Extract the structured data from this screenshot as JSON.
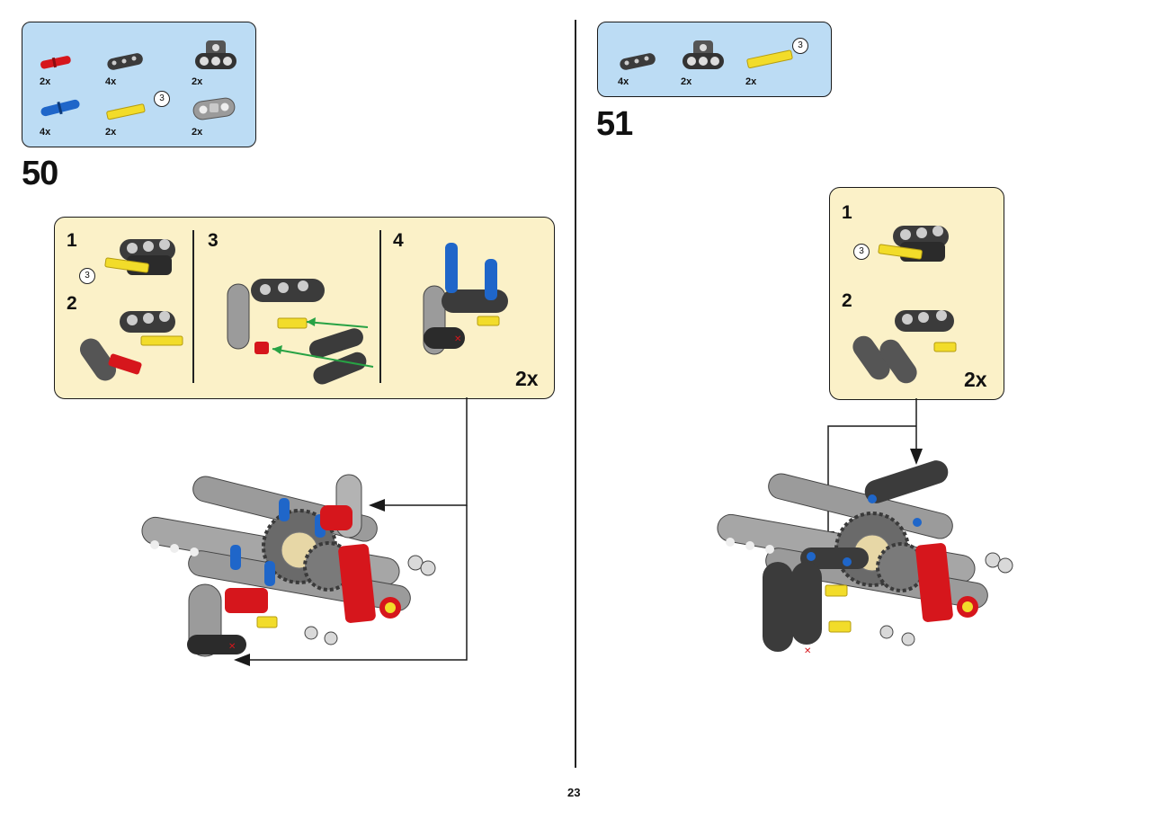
{
  "page_number": "23",
  "left": {
    "step": "50",
    "parts": [
      {
        "icon": "red-pin-icon",
        "qty": "2x"
      },
      {
        "icon": "dark-beam-icon",
        "qty": "4x"
      },
      {
        "icon": "dark-connector-icon",
        "qty": "2x"
      },
      {
        "icon": "blue-pin-icon",
        "qty": "4x"
      },
      {
        "icon": "yellow-axle-icon",
        "qty": "2x",
        "length": "3"
      },
      {
        "icon": "grey-connector-icon",
        "qty": "2x"
      }
    ],
    "substeps": [
      "1",
      "2",
      "3",
      "4"
    ],
    "axle_callout": "3",
    "multiplier": "2x"
  },
  "right": {
    "step": "51",
    "parts": [
      {
        "icon": "dark-beam-icon",
        "qty": "4x"
      },
      {
        "icon": "dark-connector-icon",
        "qty": "2x"
      },
      {
        "icon": "yellow-axle-icon",
        "qty": "2x",
        "length": "3"
      }
    ],
    "substeps": [
      "1",
      "2"
    ],
    "axle_callout": "3",
    "multiplier": "2x"
  },
  "colors": {
    "parts_box": "#bcdcf4",
    "subassembly_box": "#fbf1c8",
    "red": "#d6161c",
    "blue": "#1f66c9",
    "yellow": "#f2dc2a",
    "grey": "#9b9b9b",
    "dark": "#3b3b3b",
    "green_arrow": "#27a244"
  }
}
